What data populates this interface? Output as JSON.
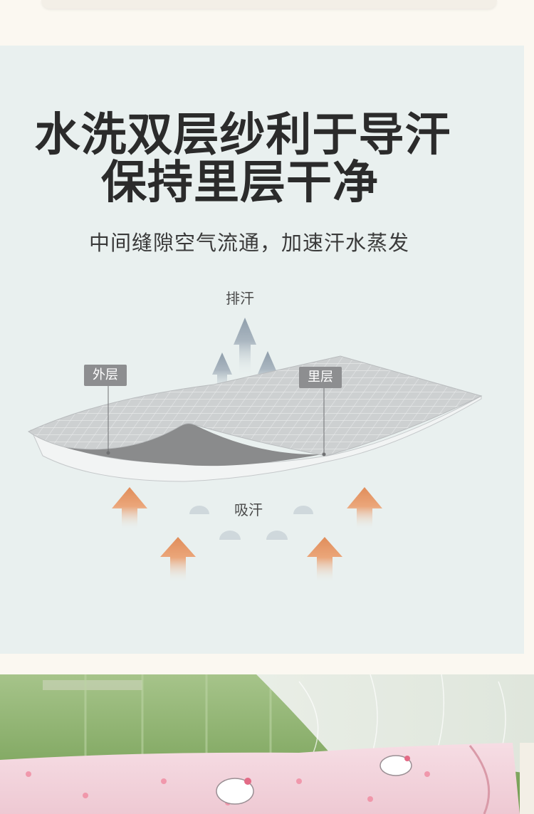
{
  "headline": {
    "line1": "水洗双层纱利于导汗",
    "line2": "保持里层干净"
  },
  "subtitle": "中间缝隙空气流通，加速汗水蒸发",
  "diagram": {
    "label_exhaust": "排汗",
    "label_absorb": "吸汗",
    "tag_outer": "外层",
    "tag_inner": "里层",
    "colors": {
      "arrow_up_blue": "#9aa8b4",
      "arrow_up_orange": "#e59a6a",
      "fabric_top": "#c9cbcc",
      "fabric_shadow": "#878889",
      "tag_bg": "#8d8e90"
    }
  }
}
